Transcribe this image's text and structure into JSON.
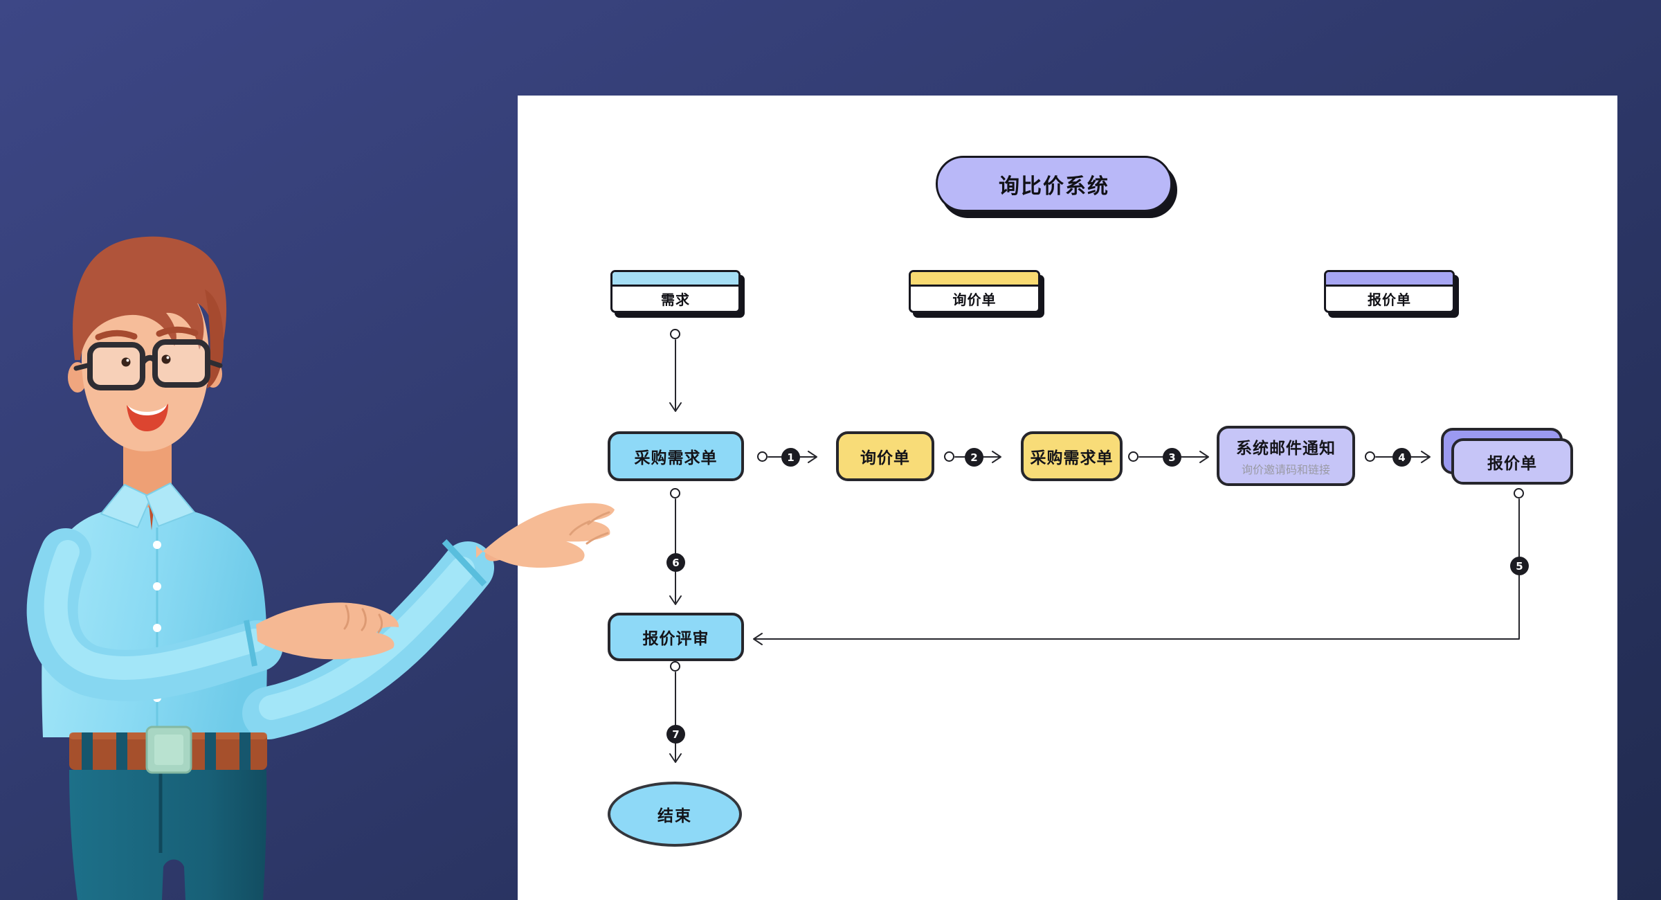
{
  "background": {
    "gradient_top": "#3d4786",
    "gradient_bottom": "#212b50",
    "panel_color": "#ffffff"
  },
  "diagram": {
    "title": "询比价系统",
    "title_fill": "#b9b8f8",
    "lanes": [
      {
        "label": "需求",
        "strip_color": "#a5def5"
      },
      {
        "label": "询价单",
        "strip_color": "#f8da72"
      },
      {
        "label": "报价单",
        "strip_color": "#a6a5f2"
      }
    ],
    "nodes": [
      {
        "label": "采购需求单",
        "fill": "#8ed9f7"
      },
      {
        "label": "询价单",
        "fill": "#f8dc78"
      },
      {
        "label": "采购需求单",
        "fill": "#f8dc78"
      },
      {
        "label": "系统邮件通知",
        "sublabel": "询价邀请码和链接",
        "fill": "#c6c5f7"
      },
      {
        "label": "报价单",
        "fill": "#c6c5f7",
        "stack_fill": "#9b9af1"
      },
      {
        "label": "报价评审",
        "fill": "#8ed9f7"
      },
      {
        "label": "结束",
        "fill": "#8ed9f7"
      }
    ],
    "steps": [
      "1",
      "2",
      "3",
      "4",
      "5",
      "6",
      "7"
    ]
  },
  "illustration": {
    "name": "3d-man-presenting",
    "shirt_color": "#87d7f1",
    "pants_color": "#1d7089",
    "hair_color": "#b0543a",
    "skin_color": "#f5b893",
    "belt_color": "#a6502c",
    "buckle_color": "#a8d6c3"
  }
}
